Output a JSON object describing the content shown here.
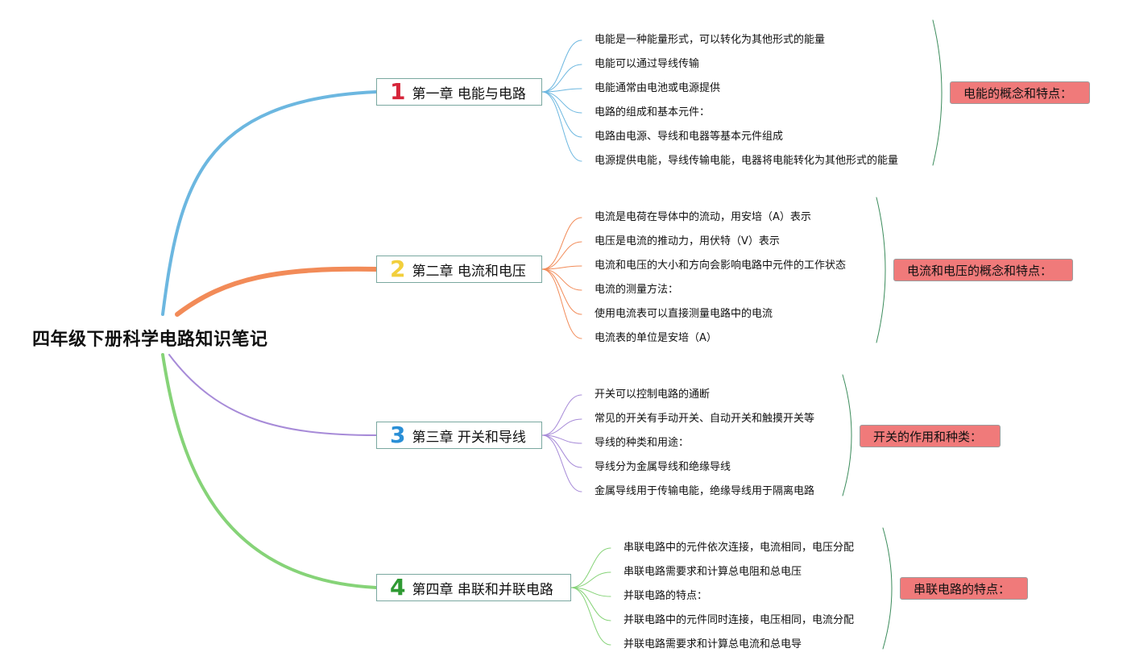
{
  "title": "四年级下册科学电路知识笔记",
  "chapters": [
    {
      "number": "1",
      "label": "第一章 电能与电路",
      "color": "#6cb7e0",
      "number_color": "#d6253a",
      "items": [
        "电能是一种能量形式，可以转化为其他形式的能量",
        "电能可以通过导线传输",
        "电能通常由电池或电源提供",
        "电路的组成和基本元件：",
        "电路由电源、导线和电器等基本元件组成",
        "电源提供电能，导线传输电能，电器将电能转化为其他形式的能量"
      ],
      "summary": "电能的概念和特点："
    },
    {
      "number": "2",
      "label": "第二章 电流和电压",
      "color": "#f28b58",
      "number_color": "#f2cf3c",
      "items": [
        "电流是电荷在导体中的流动，用安培（A）表示",
        "电压是电流的推动力，用伏特（V）表示",
        "电流和电压的大小和方向会影响电路中元件的工作状态",
        "电流的测量方法：",
        "使用电流表可以直接测量电路中的电流",
        "电流表的单位是安培（A）"
      ],
      "summary": "电流和电压的概念和特点："
    },
    {
      "number": "3",
      "label": "第三章 开关和导线",
      "color": "#a78bd8",
      "number_color": "#2a8fd6",
      "items": [
        "开关可以控制电路的通断",
        "常见的开关有手动开关、自动开关和触摸开关等",
        "导线的种类和用途：",
        "导线分为金属导线和绝缘导线",
        "金属导线用于传输电能，绝缘导线用于隔离电路"
      ],
      "summary": "开关的作用和种类："
    },
    {
      "number": "4",
      "label": "第四章 串联和并联电路",
      "color": "#86d378",
      "number_color": "#2f9a33",
      "items": [
        "串联电路中的元件依次连接，电流相同，电压分配",
        "串联电路需要求和计算总电阻和总电压",
        "并联电路的特点：",
        "并联电路中的元件同时连接，电压相同，电流分配",
        "并联电路需要求和计算总电流和总电导"
      ],
      "summary": "串联电路的特点："
    }
  ],
  "bracket_color": "#3c8c5c"
}
